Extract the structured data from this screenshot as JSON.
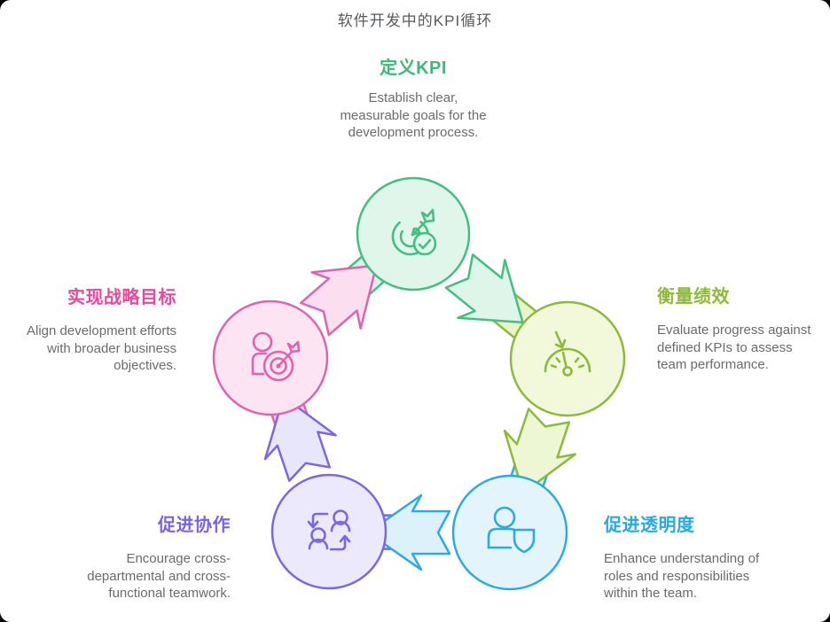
{
  "title": "软件开发中的KPI循环",
  "colors": {
    "title_text": "#58595b",
    "body_text": "#6b6b6b",
    "green": "#3cb878",
    "olive": "#8cba33",
    "blue": "#29a9e1",
    "purple": "#7b64e2",
    "pink": "#e8499e"
  },
  "nodes": [
    {
      "id": "define-kpi",
      "label": "定义KPI",
      "description": "Establish clear,\nmeasurable goals for the\ndevelopment process.",
      "accent": "#3cb878",
      "circle_stroke": "#45be82",
      "circle_fill": "#e1f6eb",
      "icon": "target-check-icon",
      "position": "top"
    },
    {
      "id": "measure-performance",
      "label": "衡量绩效",
      "description": "Evaluate progress against\ndefined KPIs to assess\nteam performance.",
      "accent": "#8cba33",
      "circle_stroke": "#8cba3c",
      "circle_fill": "#f2f8da",
      "icon": "gauge-icon",
      "position": "right"
    },
    {
      "id": "promote-transparency",
      "label": "促进透明度",
      "description": "Enhance understanding of\nroles and responsibilities\nwithin the team.",
      "accent": "#29a9e1",
      "circle_stroke": "#2fa9e1",
      "circle_fill": "#e3f4fc",
      "icon": "user-shield-icon",
      "position": "bottom-right"
    },
    {
      "id": "promote-collaboration",
      "label": "促进协作",
      "description": "Encourage cross-\ndepartmental and cross-\nfunctional teamwork.",
      "accent": "#7b64e2",
      "circle_stroke": "#7c66e3",
      "circle_fill": "#ebe9fb",
      "icon": "collaboration-icon",
      "position": "bottom-left"
    },
    {
      "id": "achieve-strategic-goals",
      "label": "实现战略目标",
      "description": "Align development efforts\nwith broader business\nobjectives.",
      "accent": "#e8499e",
      "circle_stroke": "#e263ad",
      "circle_fill": "#fce4f2",
      "icon": "user-target-icon",
      "position": "left"
    }
  ],
  "flow": "clockwise-cycle"
}
